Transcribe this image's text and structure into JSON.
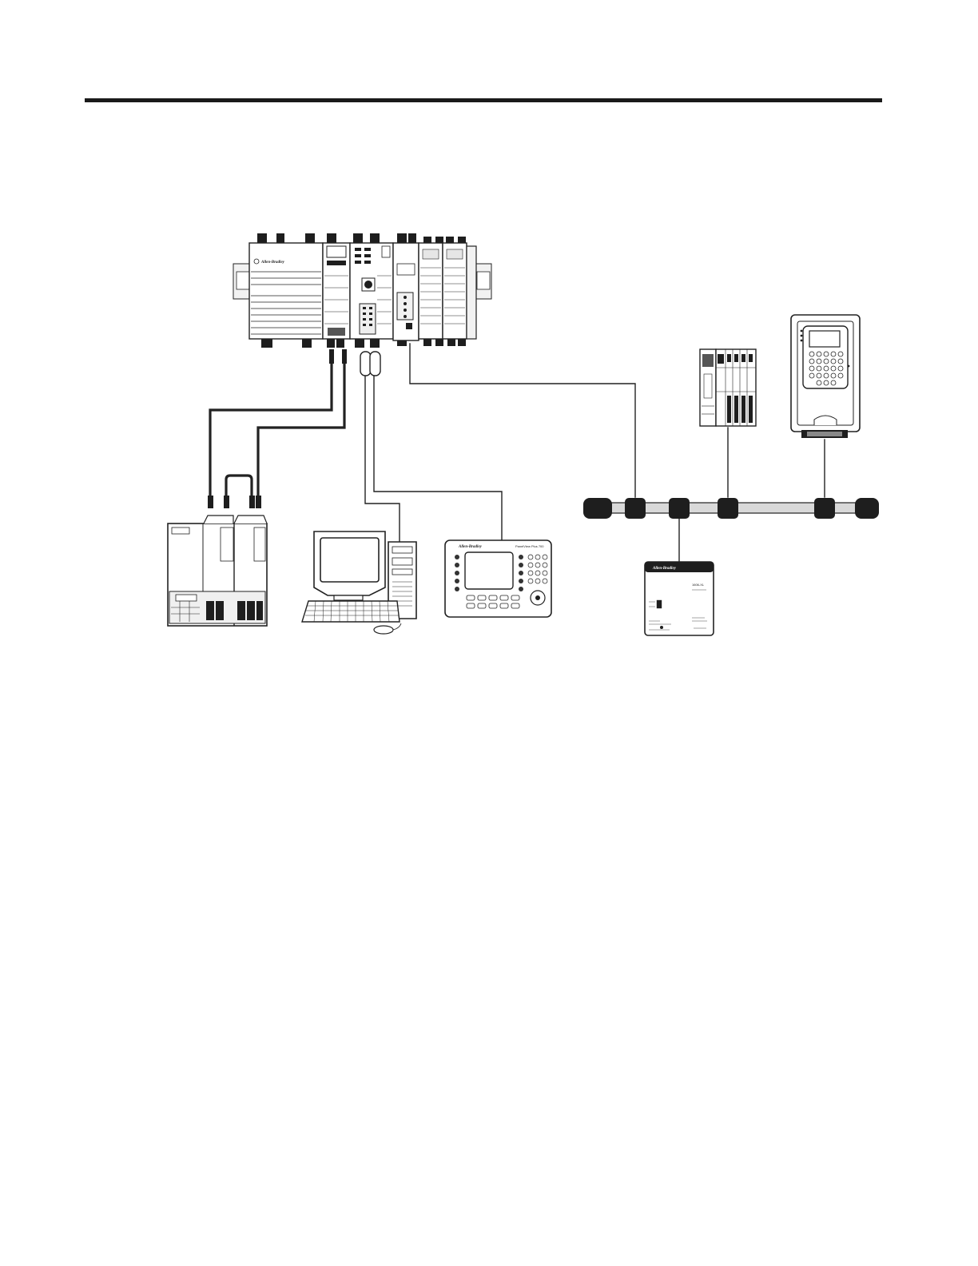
{
  "colors": {
    "ink": "#1a1a1a",
    "line": "#222222",
    "bus_fill": "#d9d9d9",
    "tap": "#1e1e1e",
    "face": "#ffffff"
  },
  "controller": {
    "brand": "Allen-Bradley",
    "icon": "compactlogix-controller-icon"
  },
  "drives": {
    "icon": "kinetix-servo-drive-icon"
  },
  "workstation": {
    "icon": "personal-computer-icon"
  },
  "hmi": {
    "brand": "Allen-Bradley",
    "model": "PanelView Plus 700",
    "icon": "hmi-terminal-icon"
  },
  "io_block": {
    "icon": "point-io-adapter-icon"
  },
  "vfd": {
    "icon": "powerflex-drive-icon"
  },
  "bridge": {
    "brand": "Allen-Bradley",
    "model": "1606-XL",
    "icon": "power-supply-icon"
  },
  "network": {
    "icon": "devicenet-trunk-icon"
  }
}
